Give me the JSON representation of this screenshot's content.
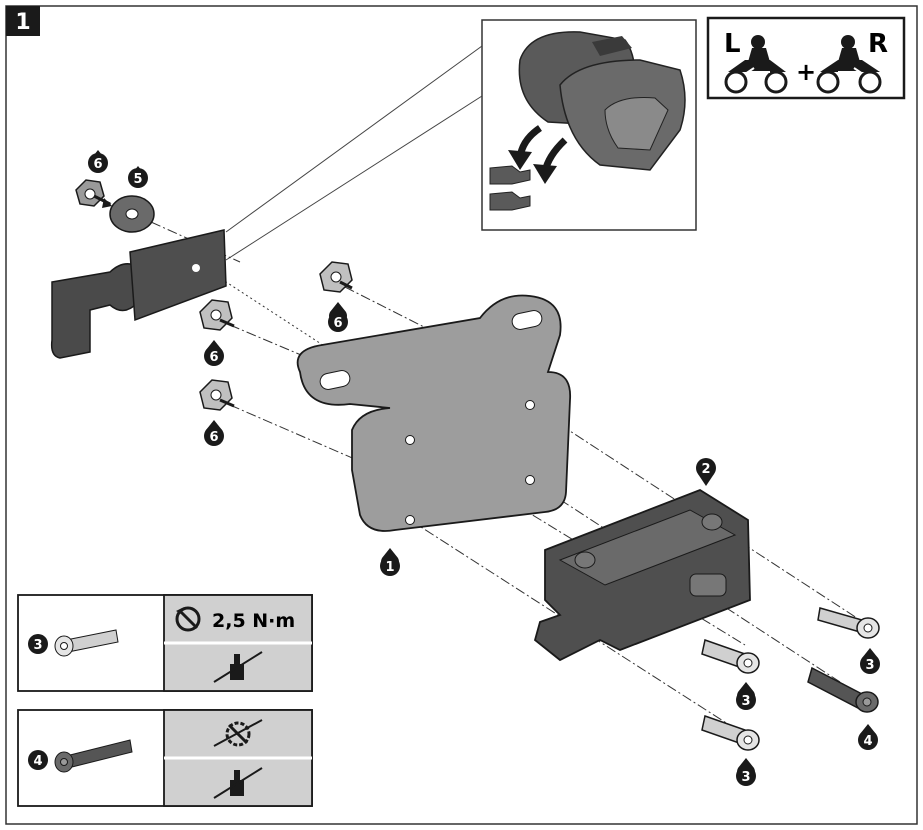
{
  "step_number": "1",
  "side_badge": {
    "left": "L",
    "plus": "+",
    "right": "R"
  },
  "callouts": {
    "c6a": "6",
    "c5": "5",
    "c6b": "6",
    "c6c": "6",
    "c6d": "6",
    "c1": "1",
    "c2": "2",
    "c3a": "3",
    "c3b": "3",
    "c3c": "3",
    "c4": "4"
  },
  "legend": {
    "row3": {
      "number": "3",
      "torque": "2,5 N·m"
    },
    "row4": {
      "number": "4"
    }
  },
  "colors": {
    "part_dark": "#4a4a4a",
    "part_mid": "#9a9a9a",
    "part_light": "#bdbdbd",
    "legend_bg": "#d0d0d0",
    "line": "#1a1a1a"
  },
  "icons": [
    "torque-wrench-icon",
    "threadlock-crossed-icon",
    "no-torque-icon",
    "motorcycle-icon"
  ]
}
